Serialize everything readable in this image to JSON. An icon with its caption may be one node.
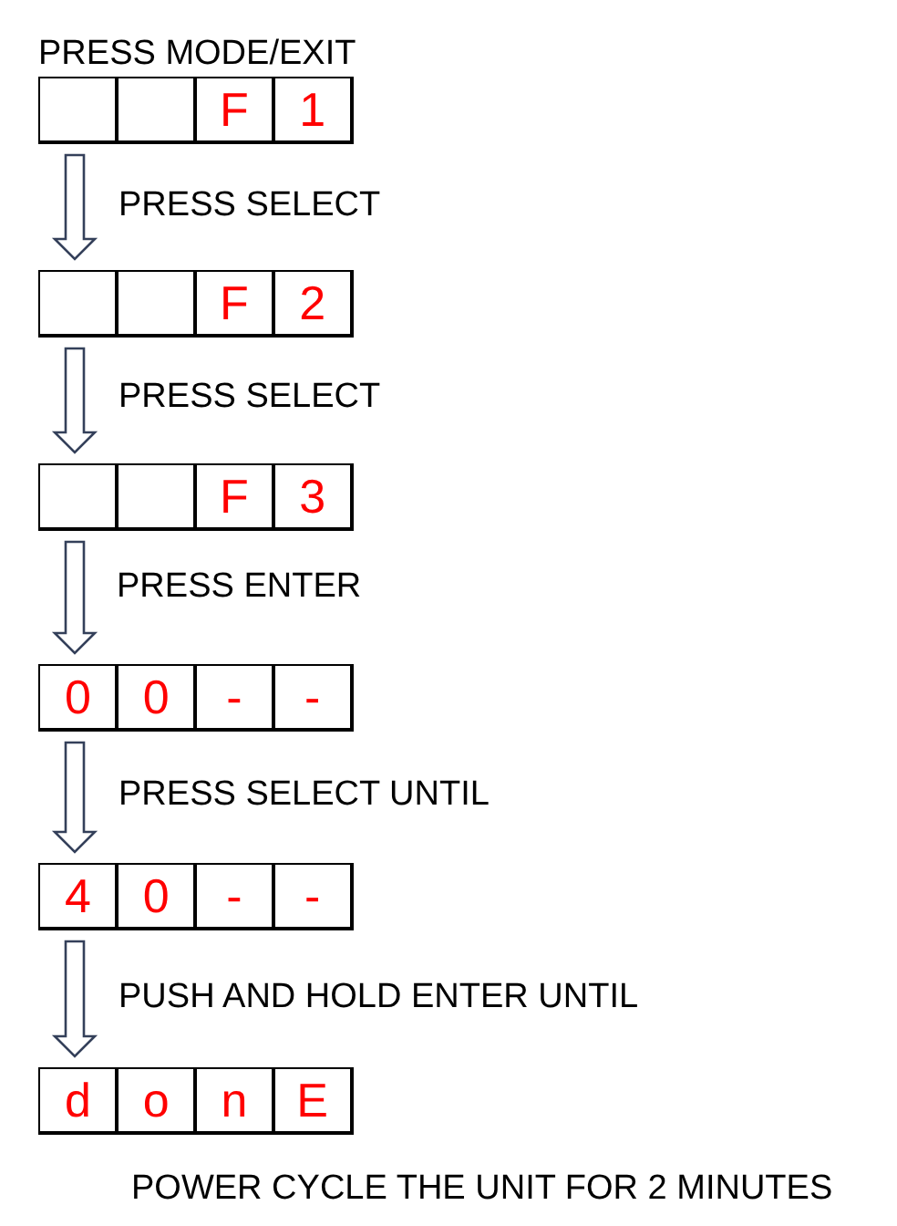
{
  "diagram": {
    "nodes": [
      {
        "text": [],
        "shape": "box"
      },
      {
        "text": [],
        "shape": "box",
        "in": 0
      },
      {
        "text": [],
        "shape": "box",
        "in": 0
      },
      {
        "text": [
          "F"
        ],
        "in": 0
      },
      {
        "text": [
          "1"
        ],
        "in": 0
      },
      {
        "text": [],
        "shape": "box"
      },
      {
        "text": [],
        "shape": "box",
        "in": 5
      },
      {
        "text": [],
        "shape": "box",
        "in": 5
      },
      {
        "text": [
          "F"
        ],
        "in": 5
      },
      {
        "text": [
          "2"
        ],
        "in": 5
      },
      {
        "text": [],
        "shape": "box"
      },
      {
        "text": [],
        "shape": "box",
        "in": 10
      },
      {
        "text": [],
        "shape": "box",
        "in": 10
      },
      {
        "text": [
          "F"
        ],
        "in": 10
      },
      {
        "text": [
          "3"
        ],
        "in": 10
      },
      {
        "text": [],
        "shape": "box"
      },
      {
        "text": [
          "0"
        ],
        "in": 15
      },
      {
        "text": [
          "0"
        ],
        "in": 15
      },
      {
        "text": [
          "-"
        ],
        "in": 15
      },
      {
        "text": [
          "-"
        ],
        "in": 15
      },
      {
        "text": [],
        "shape": "box"
      },
      {
        "text": [
          "4"
        ],
        "in": 20
      },
      {
        "text": [
          "0"
        ],
        "in": 20
      },
      {
        "text": [
          "-"
        ],
        "in": 20
      },
      {
        "text": [
          "-"
        ],
        "in": 20
      },
      {
        "text": [],
        "shape": "box"
      },
      {
        "text": [
          "d"
        ],
        "in": 25
      },
      {
        "text": [
          "o"
        ],
        "in": 25
      },
      {
        "text": [
          "n"
        ],
        "in": 25
      },
      {
        "text": [
          "E"
        ],
        "in": 25
      }
    ],
    "edges": [
      {
        "from": 0,
        "to": 5,
        "arrow": "to",
        "label": "PRESS SELECT"
      },
      {
        "from": 5,
        "to": 10,
        "arrow": "to",
        "label": "PRESS SELECT"
      },
      {
        "from": 10,
        "to": 15,
        "arrow": "to",
        "label": "PRESS ENTER"
      },
      {
        "from": 15,
        "to": 20,
        "arrow": "to",
        "label": "PRESS SELECT UNTIL"
      },
      {
        "from": 20,
        "to": 25,
        "arrow": "to",
        "label": "PUSH AND HOLD ENTER UNTIL"
      }
    ],
    "labels": [
      "PRESS MODE/EXIT",
      "POWER CYCLE THE UNIT FOR 2 MINUTES"
    ]
  }
}
